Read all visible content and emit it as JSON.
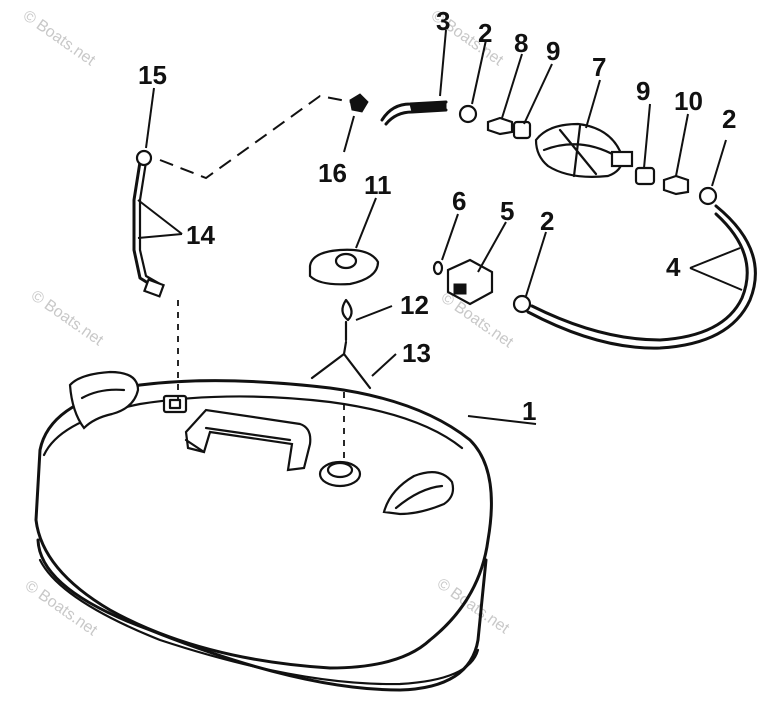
{
  "watermark": "© Boats.net",
  "callouts": [
    {
      "id": "c1",
      "text": "1"
    },
    {
      "id": "c2a",
      "text": "2"
    },
    {
      "id": "c2b",
      "text": "2"
    },
    {
      "id": "c2c",
      "text": "2"
    },
    {
      "id": "c3",
      "text": "3"
    },
    {
      "id": "c4",
      "text": "4"
    },
    {
      "id": "c5",
      "text": "5"
    },
    {
      "id": "c6",
      "text": "6"
    },
    {
      "id": "c7",
      "text": "7"
    },
    {
      "id": "c8",
      "text": "8"
    },
    {
      "id": "c9a",
      "text": "9"
    },
    {
      "id": "c9b",
      "text": "9"
    },
    {
      "id": "c10",
      "text": "10"
    },
    {
      "id": "c11",
      "text": "11"
    },
    {
      "id": "c12",
      "text": "12"
    },
    {
      "id": "c13",
      "text": "13"
    },
    {
      "id": "c14",
      "text": "14"
    },
    {
      "id": "c15",
      "text": "15"
    },
    {
      "id": "c16",
      "text": "16"
    }
  ]
}
